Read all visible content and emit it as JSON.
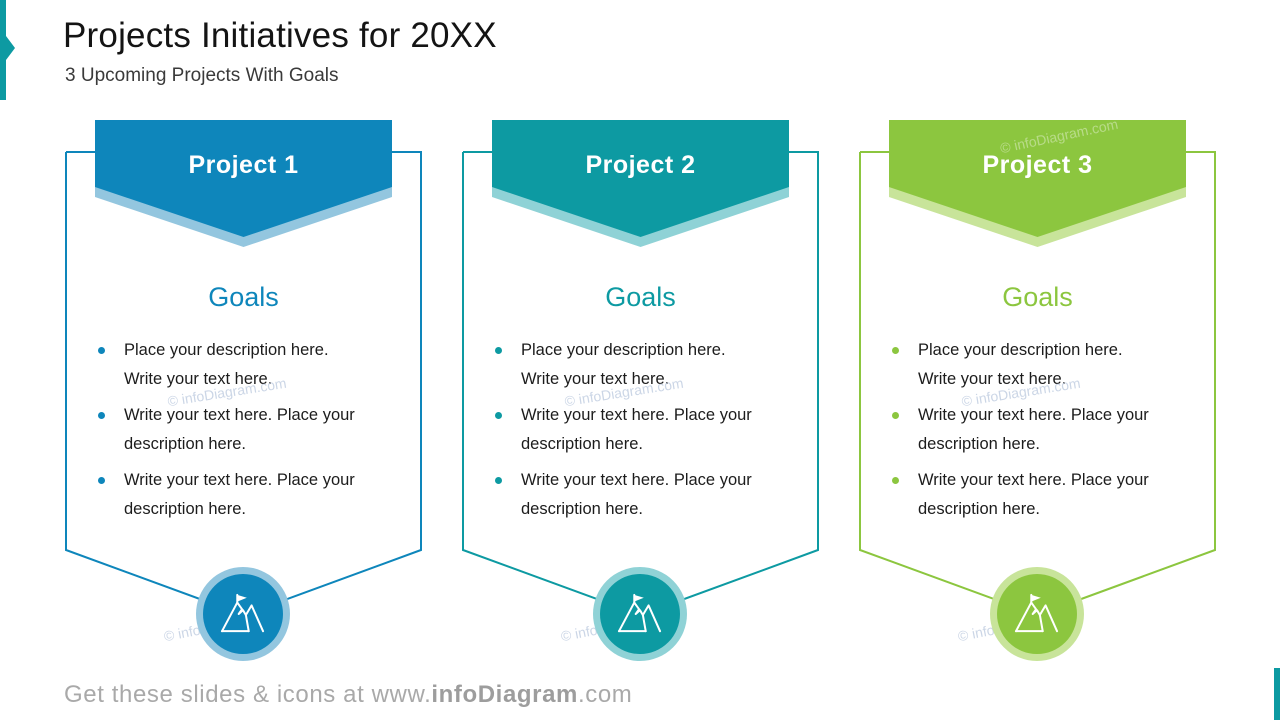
{
  "slide": {
    "title": "Projects Initiatives for 20XX",
    "subtitle": "3 Upcoming Projects With Goals",
    "watermark": "© infoDiagram.com",
    "footer": {
      "prefix": "Get these slides & icons at www.",
      "brand": "infoDiagram",
      "suffix": ".com"
    }
  },
  "theme": {
    "accent_teal": "#0D9AA2",
    "title_color": "#141414",
    "body_text_color": "#1C1C1C",
    "watermark_color": "#C3CFE2",
    "footer_color": "#A9A9A9"
  },
  "cards": [
    {
      "label": "Project 1",
      "color": "#0E86BB",
      "color_light": "#93C6DF",
      "goals_title": "Goals",
      "icon": "mountain-flag-icon",
      "bullets": [
        "Place your description here. Write your text here.",
        "Write your text here. Place your description here.",
        "Write your text here. Place your description here."
      ]
    },
    {
      "label": "Project 2",
      "color": "#0D9AA2",
      "color_light": "#8FD2D6",
      "goals_title": "Goals",
      "icon": "mountain-flag-icon",
      "bullets": [
        "Place your description here. Write your text here.",
        "Write your text here. Place your description here.",
        "Write your text here. Place your description here."
      ]
    },
    {
      "label": "Project 3",
      "color": "#8CC63F",
      "color_light": "#C8E49A",
      "goals_title": "Goals",
      "icon": "mountain-flag-icon",
      "bullets": [
        "Place your description here. Write your text here.",
        "Write your text here. Place your description here.",
        "Write your text here. Place your description here."
      ]
    }
  ]
}
